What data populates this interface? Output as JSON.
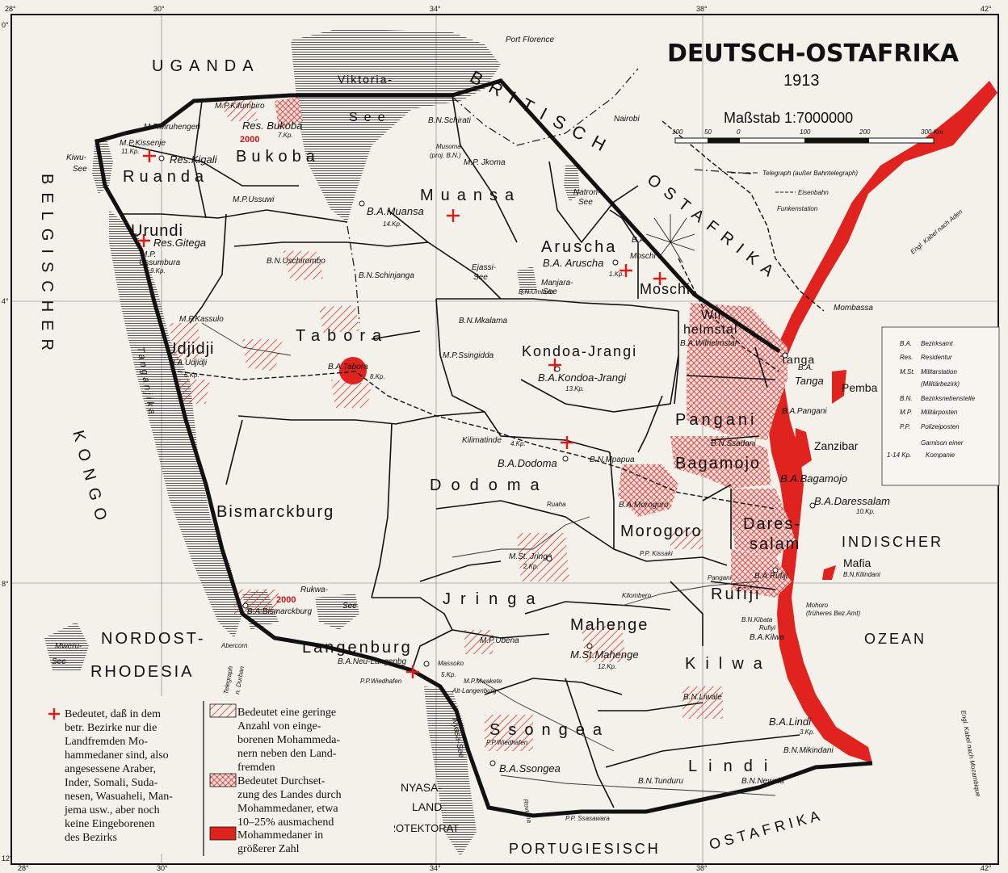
{
  "title": "DEUTSCH-OSTAFRIKA",
  "year": "1913",
  "scale": {
    "label": "Maßstab 1:7000000",
    "ticks": [
      "100",
      "50",
      "0",
      "100",
      "200",
      "300 Km"
    ]
  },
  "grid": {
    "lon_top": [
      "28°",
      "30°",
      "34°",
      "38°",
      "42°"
    ],
    "lon_bottom": [
      "28°",
      "30°",
      "34°",
      "38°",
      "42°"
    ],
    "lat": [
      "0°",
      "4°",
      "8°",
      "12°"
    ]
  },
  "neighbors": {
    "uganda": "UGANDA",
    "britisch": "BRITISCH",
    "ostafrika_n": "OSTAFRIKA",
    "belgischer": "BELGISCHER",
    "kongo": "KONGO",
    "nordost": "NORDOST-",
    "rhodesia": "RHODESIA",
    "nyasa": "NYASA-",
    "land": "LAND",
    "protektorat": "PROTEKTORAT",
    "portugiesisch": "PORTUGIESISCH",
    "ostafrika_s": "OSTAFRIKA",
    "indischer": "INDISCHER",
    "ozean": "OZEAN"
  },
  "waters": {
    "viktoria": "Viktoria-",
    "see": "See",
    "kiwu": "Kiwu-",
    "kiwu_see": "See",
    "natron": "Natron-",
    "natron_see": "See",
    "ejassi": "Ejassi-",
    "ejassi_see": "See",
    "manjara": "Manjara-",
    "manjara_see": "See",
    "tanganjika": "Tanganjika",
    "nyasa_see": "Nyasa-See",
    "rukwa": "Rukwa-",
    "rukwa_see": "See",
    "mweru": "Mweru-",
    "mweru_see": "See",
    "ruaha": "Ruaha",
    "rufidschi": "Rufiyi"
  },
  "districts": {
    "bukoba": "Bukoba",
    "ruanda": "Ruanda",
    "urundi": "Urundi",
    "muansa": "Muansa",
    "aruscha": "Aruscha",
    "moschi": "Moschi",
    "wilhelmstal_1": "Wil-",
    "wilhelmstal_2": "helmstal",
    "tanga": "Tanga",
    "pangani": "Pangani",
    "tabora": "Tabora",
    "udjidji": "Udjidji",
    "kondoa": "Kondoa-Jrangi",
    "dodoma": "Dodoma",
    "bagamojo": "Bagamojo",
    "daressalam_1": "Dares-",
    "daressalam_2": "salam",
    "morogoro": "Morogoro",
    "bismarckburg": "Bismarckburg",
    "jringa": "Jringa",
    "mahenge": "Mahenge",
    "rufiji": "Rufiji",
    "kilwa": "Kilwa",
    "langenburg": "Langenburg",
    "ssongea": "Ssongea",
    "lindi": "Lindi"
  },
  "places": {
    "port_florence": "Port Florence",
    "nairobi": "Nairobi",
    "mombassa": "Mombassa",
    "pemba": "Pemba",
    "zanzibar": "Zanzibar",
    "mafia": "Mafia",
    "mp_kifumbiro": "M.P.Kifumbiro",
    "res_bukoba": "Res. Bukoba",
    "res_bukoba_kp": "7.Kp.",
    "mp_mruhengeri": "M.P.Mruhengeri",
    "mp_kissenje": "M.P.Kissenje",
    "kissenje_kp": "11.Kp.",
    "res_kigali": "Res.Kigali",
    "bn_schirati": "B.N.Schirati",
    "musoma": "Musoma",
    "musoma_2": "(proj. B.N.)",
    "mp_jkoma": "M.P. Jkoma",
    "mp_ussuwi": "M.P.Ussuwi",
    "ba_muansa": "B.A.Muansa",
    "muansa_kp": "14.Kp.",
    "res_gitega": "Res.Gitega",
    "mp_ussumbura": "M.P.",
    "ussumbura": "Ussumbura",
    "ussumbura_kp": "9.Kp.",
    "bn_uschirombo": "B.N.Uschirombo",
    "bn_schinjanga": "B.N.Schinjanga",
    "ba_aruscha": "B.A. Aruscha",
    "aruscha_kp": "1.Kp.",
    "ba_moschi_1": "B.A.",
    "ba_moschi_2": "Moschi",
    "bn_umbulu": "B.N.Umbulu",
    "mp_kassulo": "M.P.Kassulo",
    "ba_udjidji": "B.A.Udjidji",
    "udjidji_kp": "6.Kp.",
    "ba_tabora": "B.A.Tabora",
    "tabora_kp": "8.Kp.",
    "bn_mkalama": "B.N.Mkalama",
    "mp_ssingidda": "M.P.Ssingidda",
    "ba_kondoa": "B.A.Kondoa-Jrangi",
    "kondoa_kp": "13.Kp.",
    "ba_wilhelmstal": "B.A.Wilhelmstal",
    "ba_tanga": "B.A.",
    "ba_tanga_2": "Tanga",
    "ba_pangani": "B.A.Pangani",
    "kilimatinde": "Kilimatinde",
    "kilimatinde_kp": "4.Kp.",
    "ba_dodoma": "B.A.Dodoma",
    "bn_mpapua": "B.N.Mpapua",
    "bn_ssadani": "B.N.Ssadani",
    "ba_bagamojo": "B.A.Bagamojo",
    "ba_daressalam": "B.A.Daressalam",
    "daressalam_kp": "10.Kp.",
    "ba_morogoro": "B.A.Morogoro",
    "pp_kissaki": "P.P. Kissaki",
    "mst_jringa": "M.St. Jringa",
    "jringa_kp": "2.Kp.",
    "ba_rufiji": "B.A.Rufiji",
    "pangani_fl": "Pangani",
    "bn_kilindani": "B.N.Kilindani",
    "mohoro": "Mohoro",
    "mohoro_2": "(früheres Bez.Amt)",
    "bn_kibata": "B.N.Kibata",
    "ba_kilwa": "B.A.Kilwa",
    "mp_ubena": "M.P.Ubena",
    "mst_mahenge": "M.St.Mahenge",
    "mahenge_kp": "12.Kp.",
    "kilombero": "Kilombero",
    "ba_bismarckburg": "B.A.Bismarckburg",
    "abercorn": "Abercorn",
    "telegraph": "Telegraph",
    "telegraph_2": "n. Durban",
    "ba_neu_langenbg": "B.A.Neu-Langenbg",
    "massoko": "Massoko",
    "massoko_kp": "5.Kp.",
    "pp_wiedhafen": "P.P.Wiedhafen",
    "mp_mwakete": "M.P.Mwakete",
    "alt_langenburg": "Alt-Langenburg",
    "bn_liwale": "B.N.Liwale",
    "ba_lindi": "B.A.Lindi",
    "lindi_kp": "3.Kp.",
    "bn_mikindani": "B.N.Mikindani",
    "pp_wiedhafen2": "P.P.Wiedhafen",
    "ba_ssongea": "B.A.Ssongea",
    "bn_tunduru": "B.N.Tunduru",
    "bn_newala": "B.N.Newala",
    "pp_ssasawara": "P.P. Ssasawara",
    "rovuma": "Rovuma",
    "engl_kabel": "Engl. Kabel nach Aden",
    "engl_kabel2": "Engl. Kabel nach Mozambique",
    "num_2000_a": "2000",
    "num_2000_b": "2000"
  },
  "map_key": {
    "telegraph": "Telegraph (außer Bahntelegraph)",
    "eisenbahn": "Eisenbahn",
    "funkenstation": "Funkenstation"
  },
  "abbr_legend": [
    {
      "sym": "B.A.",
      "text": "Bezirksamt"
    },
    {
      "sym": "Res.",
      "text": "Residentur"
    },
    {
      "sym": "M.St.",
      "text": "Militarstation"
    },
    {
      "sym": "",
      "text": "(Militärbezirk)"
    },
    {
      "sym": "B.N.",
      "text": "Bezirksnebenstelle"
    },
    {
      "sym": "M.P.",
      "text": "Militärposten"
    },
    {
      "sym": "P.P.",
      "text": "Polizeiposten"
    },
    {
      "sym": "",
      "text": "Garnison einer"
    },
    {
      "sym": "1-14 Kp.",
      "text": "Kompanie"
    }
  ],
  "legend": {
    "plus": [
      "Bedeutet, daß in dem",
      "betr. Bezirke nur die",
      "Landfremden Mo-",
      "hammedaner sind, also",
      "angesessene Araber,",
      "Inder, Somali, Suda-",
      "nesen, Wasuaheli, Man-",
      "jema usw., aber noch",
      "keine Eingeborenen",
      "des Bezirks"
    ],
    "light": [
      "Bedeutet eine geringe",
      "Anzahl von einge-",
      "borenen Mohammeda-",
      "nern neben den Land-",
      "fremden"
    ],
    "cross": [
      "Bedeutet Durchset-",
      "zung des Landes durch",
      "Mohammedaner, etwa",
      "10–25% ausmachend"
    ],
    "red": [
      "Mohammedaner in",
      "größerer Zahl"
    ]
  },
  "colors": {
    "red": "#e0231f",
    "ink": "#111111",
    "paper": "#f4f1ea"
  }
}
